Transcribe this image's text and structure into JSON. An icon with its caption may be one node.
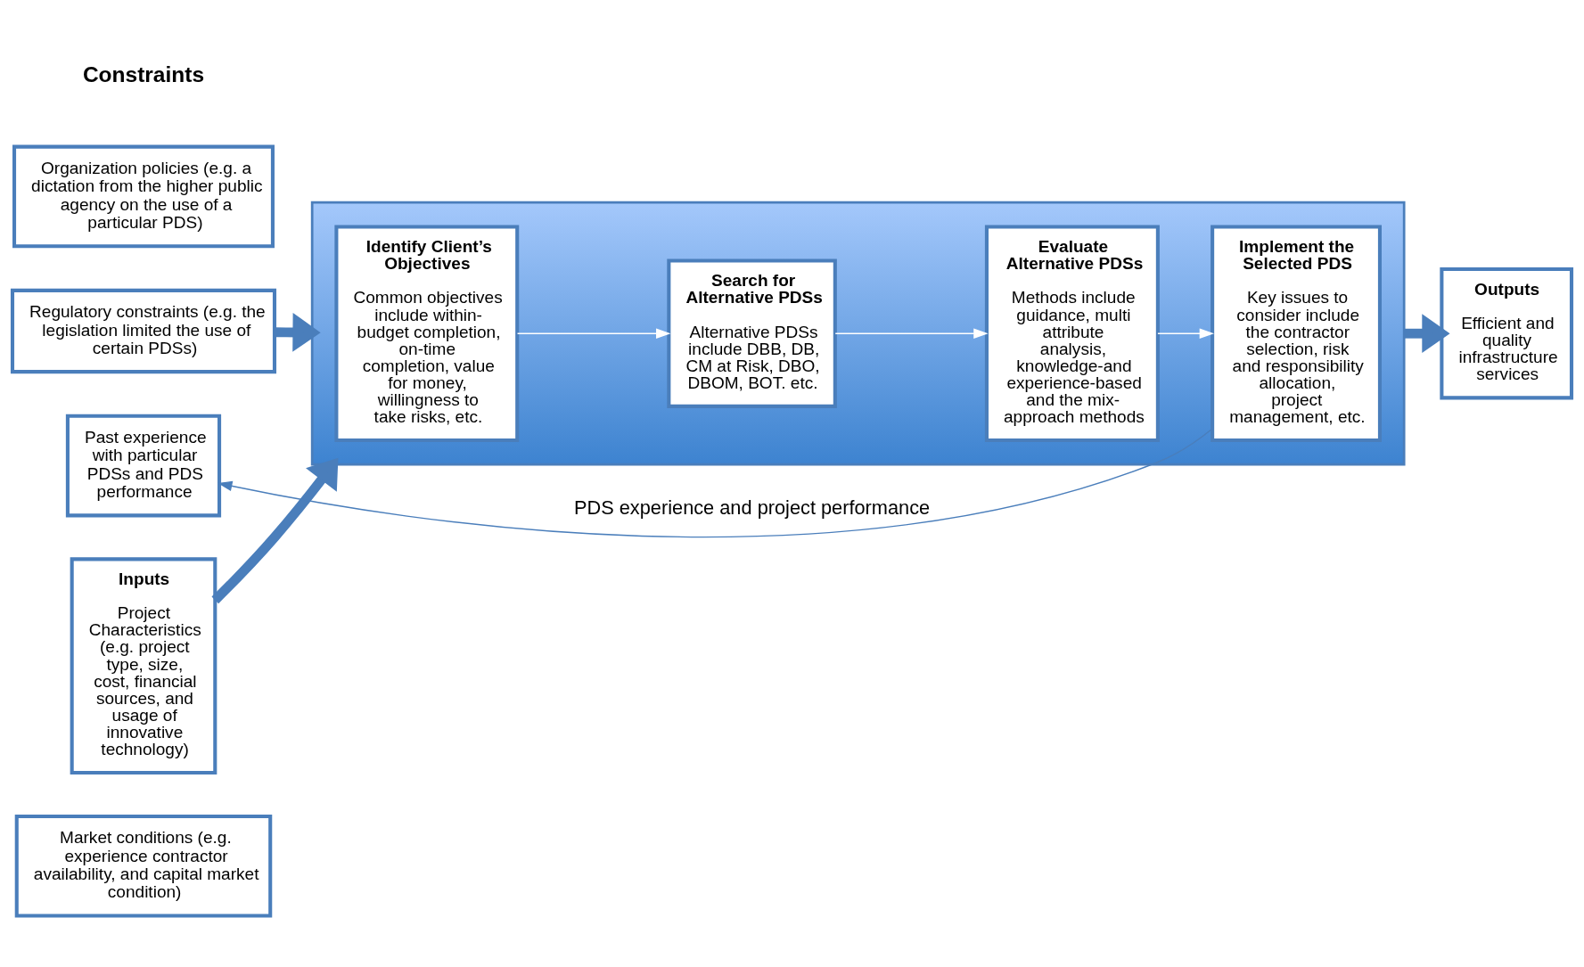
{
  "diagram": {
    "nodes": [
      {
        "text": [
          "Market conditions (e.g. experience contractor availability, and capital market condition)"
        ]
      },
      {
        "text": [
          "Regulatory constraints (e.g. the legislation limited the use of certain PDSs)"
        ]
      },
      {
        "text": [
          "Organization policies (e.g. a dictation from the higher public agency on the use of a particular PDS)"
        ]
      },
      {
        "text": [
          "Inputs",
          "Project Characteristics (e.g. project type, size, cost, financial sources, and usage of innovative technology)"
        ]
      },
      {
        "text": [
          "Past experience with particular PDSs and PDS performance"
        ]
      },
      {
        "text": [],
        "shape": "box"
      },
      {
        "text": [
          "Identify Client’s Objectives",
          "Common objectives include within-budget completion, on-time completion, value for money, willingness to take risks, etc."
        ],
        "in": 5
      },
      {
        "text": [
          "Search for Alternative PDSs",
          "Alternative PDSs include DBB, DB, CM at Risk, DBO, DBOM, BOT. etc."
        ],
        "in": 5
      },
      {
        "text": [
          "Evaluate Alternative PDSs",
          "Methods include guidance, multi attribute analysis, knowledge-and experience-based and the mix-approach methods"
        ],
        "in": 5
      },
      {
        "text": [
          "Implement the Selected PDS",
          "Key issues to consider include the contractor selection, risk and responsibility allocation, project management, etc."
        ],
        "in": 5
      },
      {
        "text": [
          "Outputs",
          "Efficient and quality infrastructure services"
        ]
      }
    ],
    "edges": [
      {
        "from": 1,
        "to": 5,
        "arrow": "to",
        "style": "thick"
      },
      {
        "from": 3,
        "to": 5,
        "arrow": "to",
        "style": "thick"
      },
      {
        "from": 6,
        "to": 7,
        "arrow": "to",
        "color": "#ffffff"
      },
      {
        "from": 7,
        "to": 8,
        "arrow": "to",
        "color": "#ffffff"
      },
      {
        "from": 8,
        "to": 9,
        "arrow": "to",
        "color": "#ffffff"
      },
      {
        "from": 5,
        "to": 10,
        "arrow": "to",
        "style": "thick"
      },
      {
        "from": 9,
        "to": 4,
        "arrow": "to",
        "label": "PDS experience and project performance"
      }
    ],
    "labels": [
      "Constraints"
    ]
  }
}
